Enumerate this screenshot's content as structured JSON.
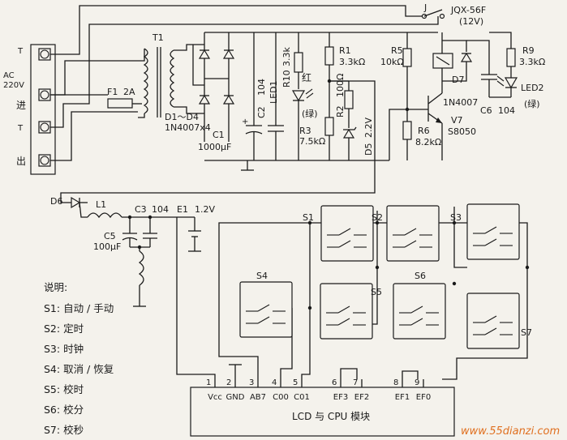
{
  "input": {
    "t1": "T",
    "t2": "T",
    "ac": "AC",
    "voltage": "220V",
    "in_label": "进",
    "out_label": "出"
  },
  "transformer": {
    "label": "T1"
  },
  "fuse": {
    "label": "F1",
    "rating": "2A"
  },
  "rectifier": {
    "label": "D1～D4",
    "part": "1N4007x4"
  },
  "c1": {
    "label": "C1",
    "value": "1000μF"
  },
  "c2": {
    "label": "C2",
    "value": "104"
  },
  "led1": {
    "label": "LED1",
    "color": "红",
    "alt": "(绿)"
  },
  "r10": {
    "label": "R10",
    "value": "3.3k"
  },
  "r1": {
    "label": "R1",
    "value": "3.3kΩ"
  },
  "r2": {
    "label": "R2",
    "value": "100Ω"
  },
  "r3": {
    "label": "R3",
    "value": "7.5kΩ"
  },
  "d5": {
    "label": "D5",
    "value": "2.2V"
  },
  "r5": {
    "label": "R5",
    "value": "10kΩ"
  },
  "r6": {
    "label": "R6",
    "value": "8.2kΩ"
  },
  "v7": {
    "label": "V7",
    "part": "S8050"
  },
  "relay": {
    "label": "J",
    "model": "JQX-56F",
    "voltage": "(12V)"
  },
  "d7": {
    "label": "D7",
    "part": "1N4007"
  },
  "c6": {
    "label": "C6",
    "value": "104"
  },
  "r9": {
    "label": "R9",
    "value": "3.3kΩ"
  },
  "led2": {
    "label": "LED2",
    "alt": "(绿)"
  },
  "d6": {
    "label": "D6"
  },
  "l1": {
    "label": "L1"
  },
  "c3": {
    "label": "C3",
    "value": "104"
  },
  "e1": {
    "label": "E1",
    "value": "1.2V"
  },
  "c5": {
    "label": "C5",
    "value": "100μF"
  },
  "switches": [
    "S1",
    "S2",
    "S3",
    "S4",
    "S5",
    "S6",
    "S7"
  ],
  "module": {
    "title": "LCD 与 CPU 模块",
    "pins": [
      {
        "num": "1",
        "name": "Vcc"
      },
      {
        "num": "2",
        "name": "GND"
      },
      {
        "num": "3",
        "name": "AB7"
      },
      {
        "num": "4",
        "name": "C00"
      },
      {
        "num": "5",
        "name": "C01"
      },
      {
        "num": "6",
        "name": "EF3"
      },
      {
        "num": "7",
        "name": "EF2"
      },
      {
        "num": "8",
        "name": "EF1"
      },
      {
        "num": "9",
        "name": "EF0"
      }
    ]
  },
  "notes": {
    "title": "说明:",
    "items": [
      "S1: 自动 / 手动",
      "S2: 定时",
      "S3: 时钟",
      "S4: 取消 / 恢复",
      "S5: 校时",
      "S6: 校分",
      "S7: 校秒"
    ]
  },
  "watermark": "www.55dianzi.com"
}
